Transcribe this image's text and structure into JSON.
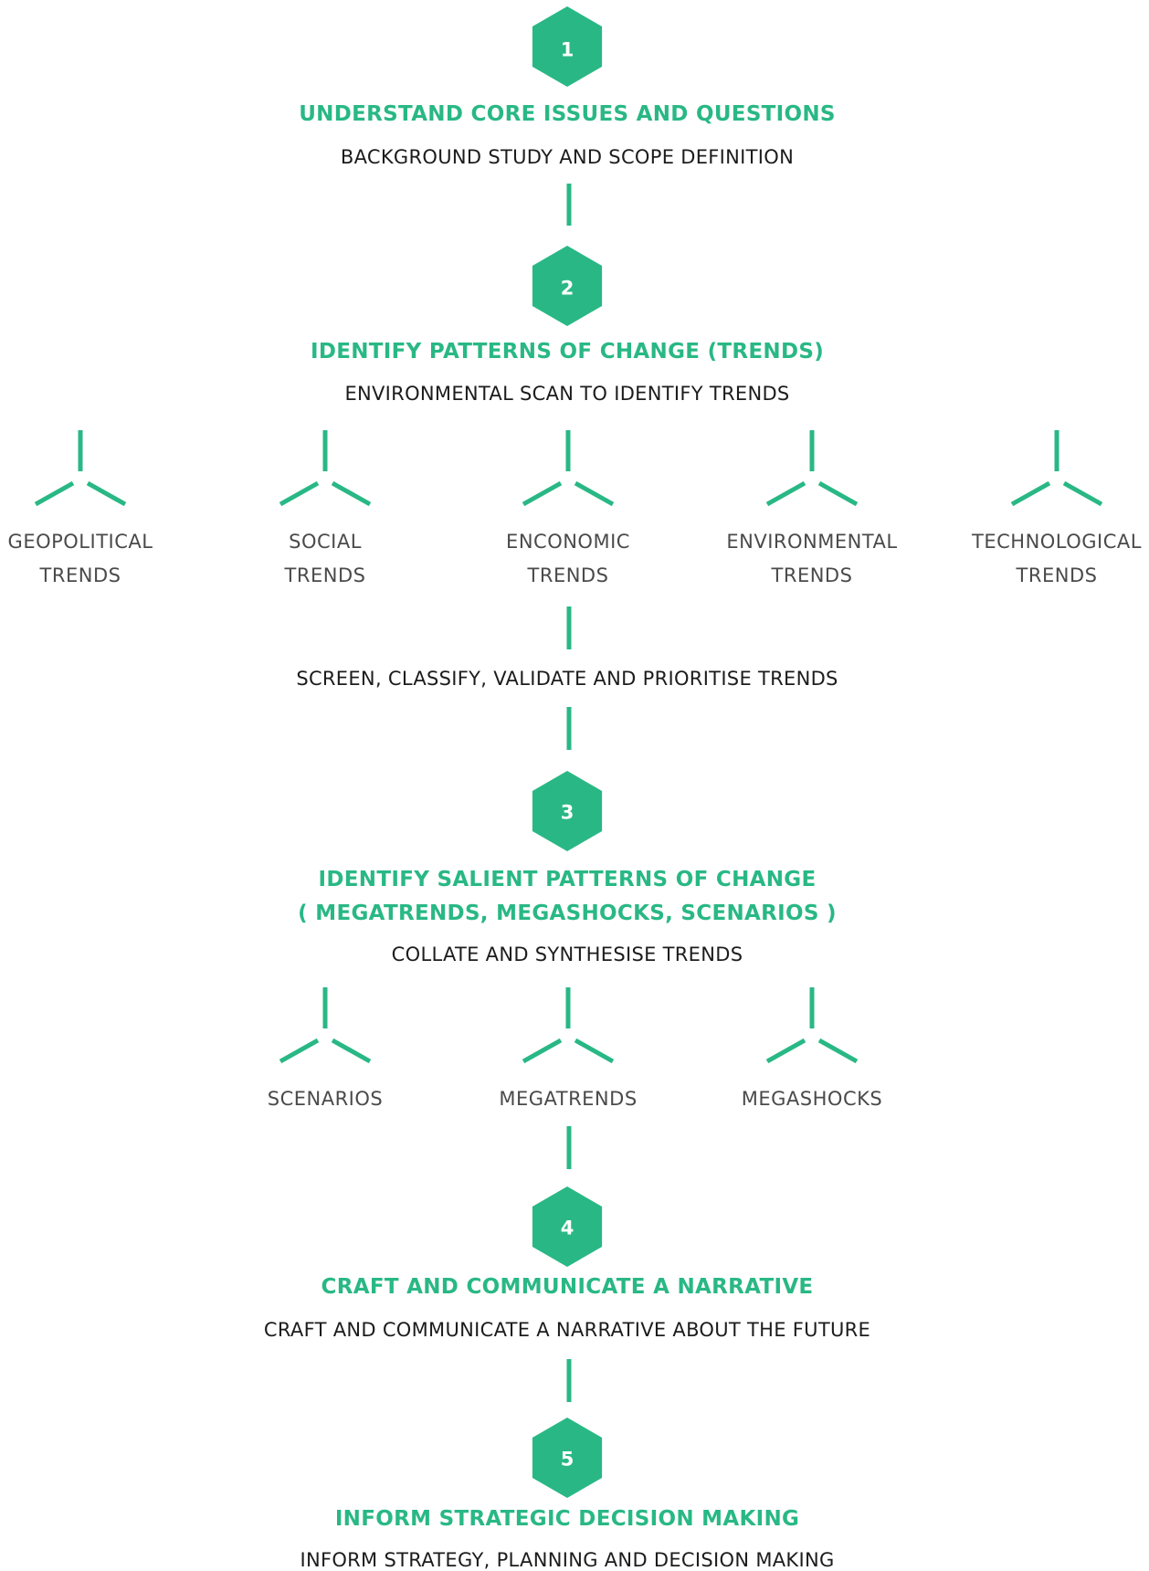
{
  "colors": {
    "accent": "#29b885",
    "text": "#1c1c1c",
    "muted": "#4a4a4a"
  },
  "steps": [
    {
      "number": "1",
      "title": "UNDERSTAND CORE ISSUES AND QUESTIONS",
      "subtitle": "BACKGROUND STUDY AND SCOPE DEFINITION"
    },
    {
      "number": "2",
      "title": "IDENTIFY PATTERNS OF CHANGE (TRENDS)",
      "subtitle": "ENVIRONMENTAL SCAN TO IDENTIFY TRENDS"
    },
    {
      "number": "3",
      "title_line1": "IDENTIFY SALIENT PATTERNS OF CHANGE",
      "title_line2": "( MEGATRENDS, MEGASHOCKS, SCENARIOS )",
      "subtitle": "COLLATE AND SYNTHESISE TRENDS"
    },
    {
      "number": "4",
      "title": "CRAFT AND COMMUNICATE A NARRATIVE",
      "subtitle": "CRAFT AND COMMUNICATE A NARRATIVE ABOUT THE FUTURE"
    },
    {
      "number": "5",
      "title": "INFORM STRATEGIC DECISION MAKING",
      "subtitle": "INFORM STRATEGY, PLANNING AND DECISION MAKING"
    }
  ],
  "trend_categories": [
    {
      "line1": "GEOPOLITICAL",
      "line2": "TRENDS"
    },
    {
      "line1": "SOCIAL",
      "line2": "TRENDS"
    },
    {
      "line1": "ENCONOMIC",
      "line2": "TRENDS"
    },
    {
      "line1": "ENVIRONMENTAL",
      "line2": "TRENDS"
    },
    {
      "line1": "TECHNOLOGICAL",
      "line2": "TRENDS"
    }
  ],
  "screen_step": "SCREEN, CLASSIFY, VALIDATE AND PRIORITISE TRENDS",
  "salient_categories": [
    {
      "label": "SCENARIOS"
    },
    {
      "label": "MEGATRENDS"
    },
    {
      "label": "MEGASHOCKS"
    }
  ],
  "icons": {
    "step_marker": "hexagon-icon",
    "branch": "tripod-branch-icon",
    "connector": "vertical-line"
  }
}
